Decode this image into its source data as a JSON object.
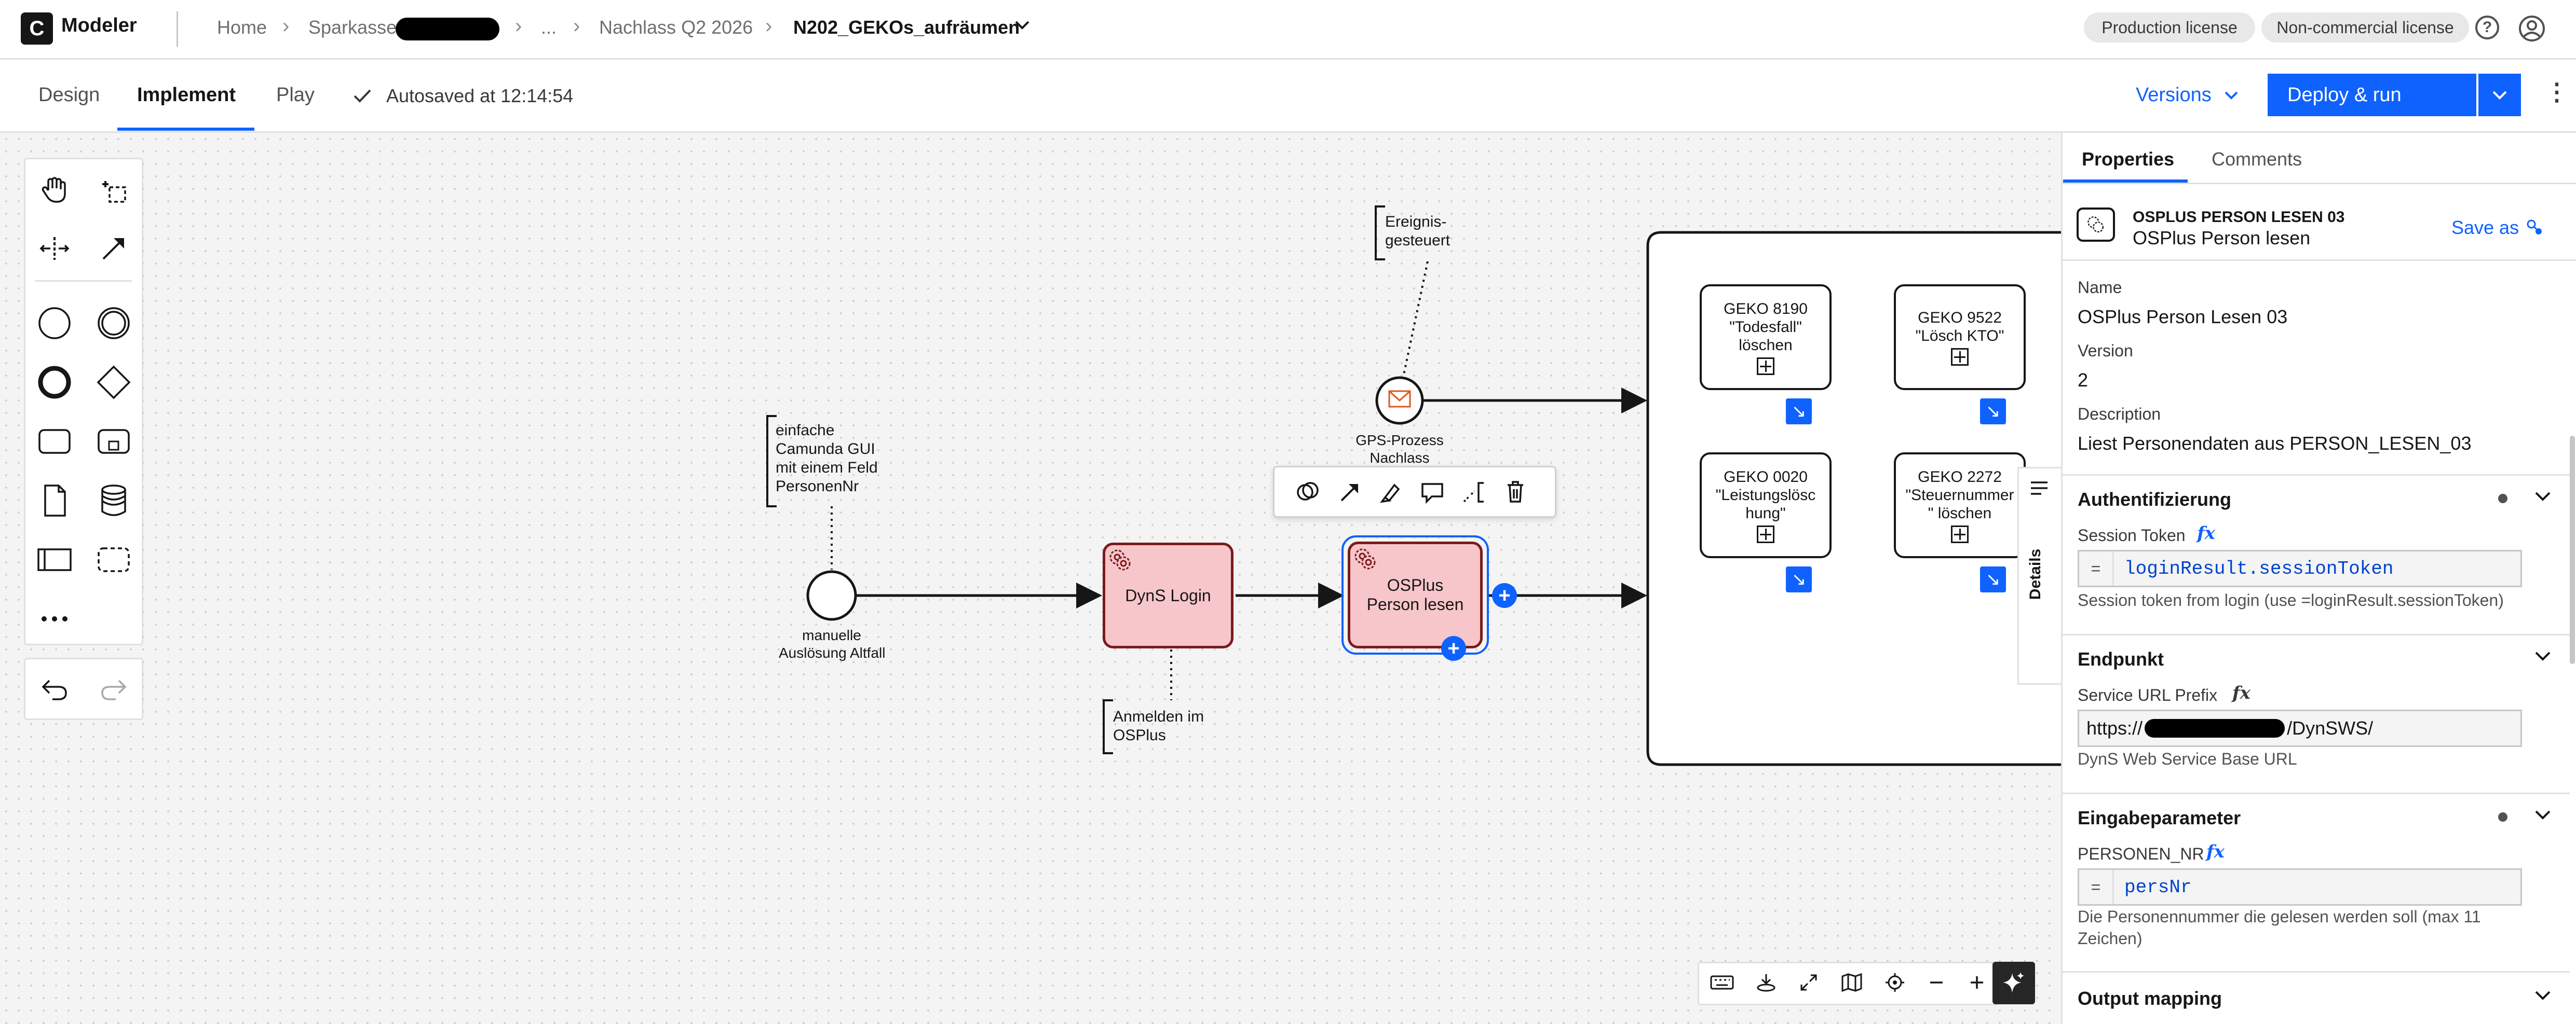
{
  "app": {
    "logo": "C",
    "name": "Modeler"
  },
  "breadcrumb": {
    "items": [
      "Home",
      "Sparkasse",
      "...",
      "Nachlass Q2 2026"
    ],
    "current": "N202_GEKOs_aufräumen"
  },
  "licenses": [
    "Production license",
    "Non-commercial license"
  ],
  "tabs": [
    "Design",
    "Implement",
    "Play"
  ],
  "active_tab": "Implement",
  "autosave": "Autosaved at 12:14:54",
  "versions_label": "Versions",
  "deploy_label": "Deploy & run",
  "diagram": {
    "annotations": {
      "gui": [
        "einfache",
        "Camunda GUI",
        "mit einem Feld",
        "PersonenNr"
      ],
      "event": [
        "Ereignis-",
        "gesteuert"
      ],
      "login": [
        "Anmelden im",
        "OSPlus"
      ]
    },
    "start_event_label": [
      "manuelle",
      "Auslösung Altfall"
    ],
    "message_event_label": [
      "GPS-Prozess",
      "Nachlass"
    ],
    "tasks": {
      "login": "DynS Login",
      "person": [
        "OSPlus",
        "Person lesen"
      ]
    },
    "subprocesses": [
      {
        "lines": [
          "GEKO 8190",
          "\"Todesfall\"",
          "löschen"
        ]
      },
      {
        "lines": [
          "GEKO 9522",
          "\"Lösch KTO\""
        ]
      },
      {
        "lines": [
          "GEKO 0020",
          "\"Leistungslösc",
          "hung\""
        ]
      },
      {
        "lines": [
          "GEKO 2272",
          "\"Steuernummer",
          "\" löschen"
        ]
      }
    ]
  },
  "details_tab": "Details",
  "panel": {
    "tabs": [
      "Properties",
      "Comments"
    ],
    "element_type": "OSPLUS PERSON LESEN 03",
    "element_name": "OSPlus Person lesen",
    "save_as": "Save as",
    "fields": {
      "name_label": "Name",
      "name_value": "OSPlus Person Lesen 03",
      "version_label": "Version",
      "version_value": "2",
      "description_label": "Description",
      "description_value": "Liest Personendaten aus PERSON_LESEN_03"
    },
    "sections": {
      "auth": {
        "title": "Authentifizierung",
        "field_label": "Session Token",
        "feel_eq": "=",
        "value": "loginResult.sessionToken",
        "help": "Session token from login (use =loginResult.sessionToken)"
      },
      "endpoint": {
        "title": "Endpunkt",
        "field_label": "Service URL Prefix",
        "value_start": "https://",
        "value_end": "/DynSWS/",
        "help": "DynS Web Service Base URL"
      },
      "input": {
        "title": "Eingabeparameter",
        "field_label": "PERSONEN_NR",
        "feel_eq": "=",
        "value": "persNr",
        "help": [
          "Die Personennummer die gelesen werden soll (max 11",
          "Zeichen)"
        ]
      },
      "output": {
        "title": "Output mapping"
      }
    },
    "fx": "fx"
  },
  "colors": {
    "accent": "#0f62fe",
    "task_fill": "#f7c6ca",
    "task_stroke": "#7a1b1b"
  }
}
